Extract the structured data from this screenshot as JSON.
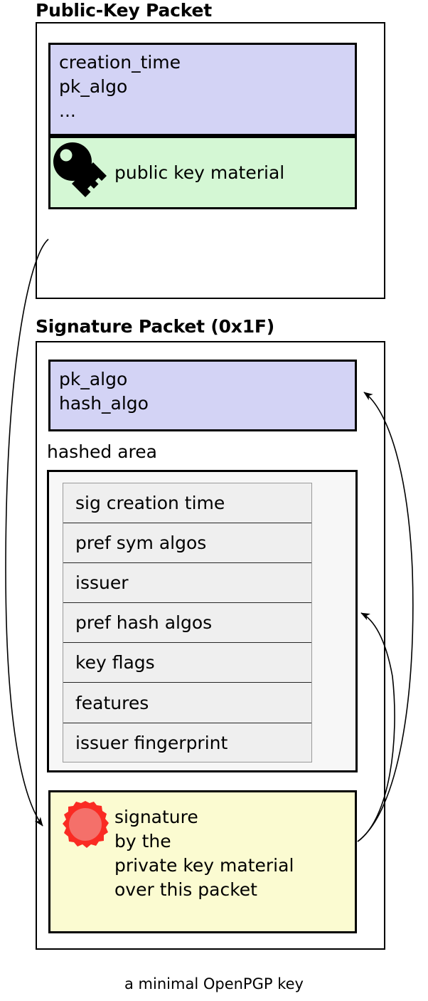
{
  "diagram": {
    "caption": "a minimal OpenPGP key",
    "colors": {
      "meta_fill": "#d3d3f5",
      "key_material_fill": "#d4f7d4",
      "signature_fill": "#fbfbd1",
      "hashed_area_fill": "#f7f7f7",
      "subpacket_fill": "#efefef",
      "seal_ring": "#fa2b23",
      "seal_center": "#f4706a",
      "outline": "#000000"
    },
    "packets": [
      {
        "id": "public-key-packet",
        "title": "Public-Key Packet",
        "meta_lines": "creation_time\npk_algo\n...",
        "key_material": {
          "icon": "key-icon",
          "label": "public key material"
        }
      },
      {
        "id": "signature-packet",
        "title": "Signature Packet (0x1F)",
        "algos_lines": "pk_algo\nhash_algo",
        "hashed_area": {
          "label": "hashed area",
          "subpackets": [
            "sig creation time",
            "pref sym algos",
            "issuer",
            "pref hash algos",
            "key flags",
            "features",
            "issuer fingerprint"
          ]
        },
        "signature_value": {
          "icon": "wax-seal-icon",
          "text": "signature\nby the\nprivate key material\nover this packet"
        }
      }
    ],
    "arrows": [
      {
        "name": "arrow-public-key-to-signature",
        "from": "public-key-packet",
        "to": "signature-value"
      },
      {
        "name": "arrow-signature-to-algos",
        "from": "signature-value",
        "to": "signature-algos"
      },
      {
        "name": "arrow-signature-to-hashed-area",
        "from": "signature-value",
        "to": "hashed-area"
      }
    ]
  }
}
